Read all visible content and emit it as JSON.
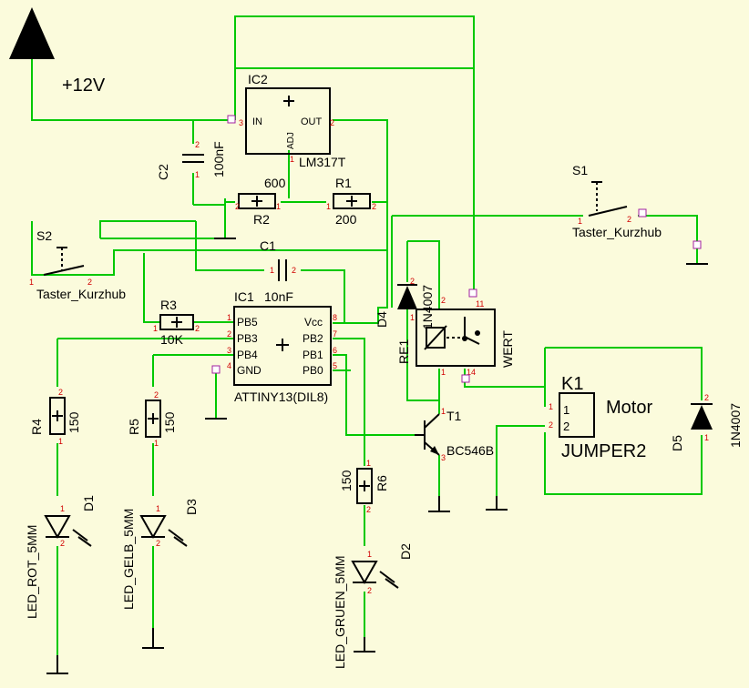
{
  "supply": {
    "label": "+12V"
  },
  "ic2": {
    "name": "IC2",
    "value": "LM317T",
    "pin_in": "IN",
    "pin_out": "OUT",
    "pin_adj": "ADJ"
  },
  "ic1": {
    "name": "IC1",
    "value": "ATTINY13(DIL8)",
    "pins_left": [
      "PB5",
      "PB3",
      "PB4",
      "GND"
    ],
    "pins_right": [
      "Vcc",
      "PB2",
      "PB1",
      "PB0"
    ]
  },
  "c1": {
    "name": "C1",
    "value": "10nF"
  },
  "c2": {
    "name": "C2",
    "value": "100nF"
  },
  "r1": {
    "name": "R1",
    "value": "200"
  },
  "r2": {
    "name": "R2",
    "value": "600"
  },
  "r3": {
    "name": "R3",
    "value": "10K"
  },
  "r4": {
    "name": "R4",
    "value": "150"
  },
  "r5": {
    "name": "R5",
    "value": "150"
  },
  "r6": {
    "name": "R6",
    "value": "150"
  },
  "s1": {
    "name": "S1",
    "value": "Taster_Kurzhub"
  },
  "s2": {
    "name": "S2",
    "value": "Taster_Kurzhub"
  },
  "d1": {
    "name": "D1",
    "value": "LED_ROT_5MM"
  },
  "d2": {
    "name": "D2",
    "value": "LED_GRUEN_5MM"
  },
  "d3": {
    "name": "D3",
    "value": "LED_GELB_5MM"
  },
  "d4": {
    "name": "D4",
    "value": "1N4007"
  },
  "d5": {
    "name": "D5",
    "value": "1N4007"
  },
  "t1": {
    "name": "T1",
    "value": "BC546B"
  },
  "re1": {
    "name": "RE1",
    "value": "WERT"
  },
  "k1": {
    "name": "K1",
    "value": "JUMPER2",
    "note": "Motor"
  },
  "colors": {
    "wire": "#00c800",
    "background": "#fbfbdc",
    "pin_number": "#d00000",
    "marker": "#a020a0"
  }
}
